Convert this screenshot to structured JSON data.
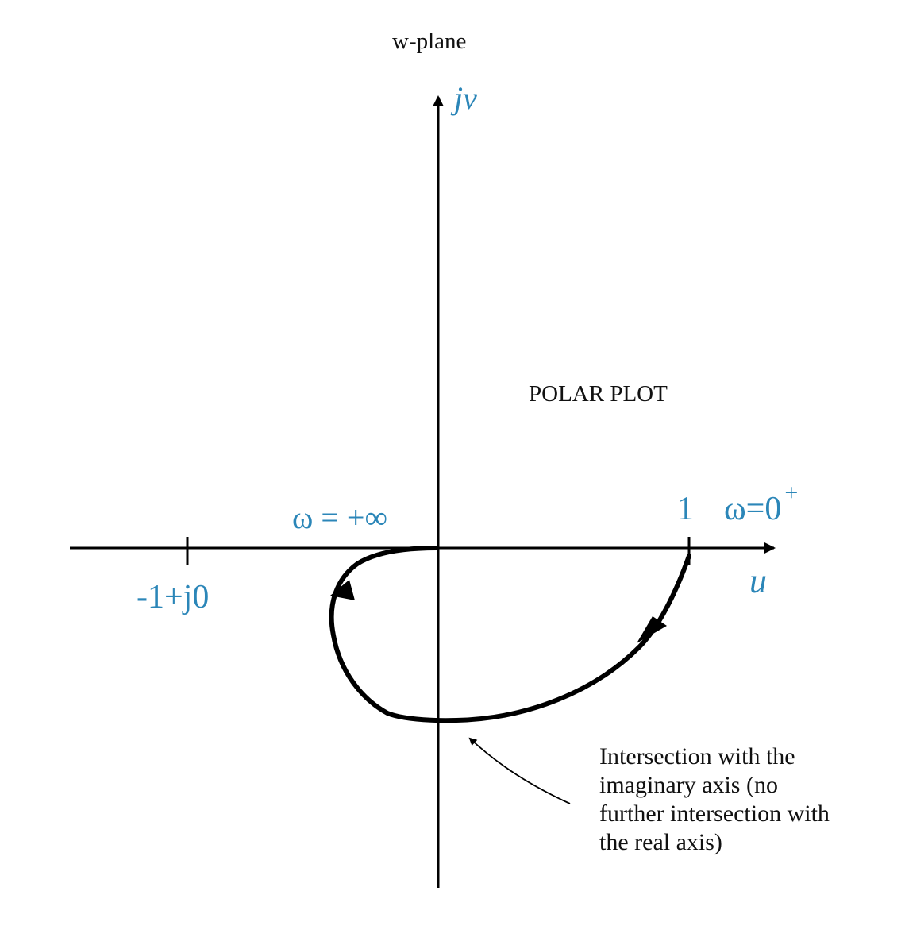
{
  "title": "w-plane",
  "axes": {
    "vertical_label": "jv",
    "horizontal_label": "u"
  },
  "plot_name": "POLAR PLOT",
  "points": {
    "omega_infinity": "ω = +∞",
    "one": "1",
    "omega_zero_main": "ω=0",
    "omega_zero_superscript": "+",
    "minus_one": "-1+j0"
  },
  "annotation": "Intersection with the imaginary axis (no further intersection with the real axis)",
  "colors": {
    "axes": "#000000",
    "curve": "#000000",
    "label_blue": "#2b86b8",
    "text": "#111111"
  },
  "icons": {
    "axis_arrow": "arrowhead",
    "curve_arrow": "filled-triangle-arrow"
  }
}
